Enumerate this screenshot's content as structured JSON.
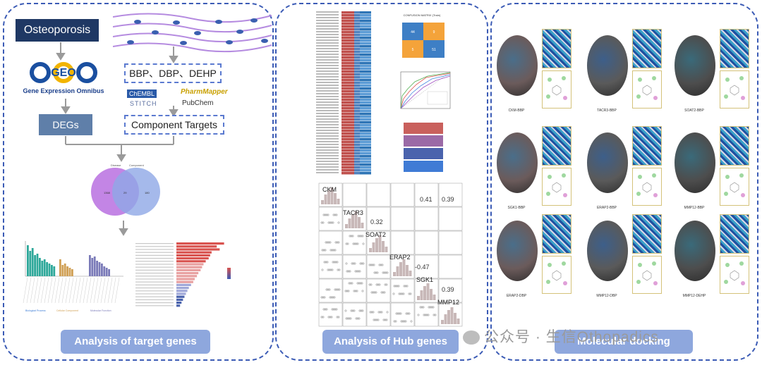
{
  "panel1": {
    "title_box": "Osteoporosis",
    "geo_label": "Gene Expression Omnibus",
    "compounds_box": "BBP、DBP、DEHP",
    "db_chembl": "ChEMBL",
    "db_stitch": "STITCH",
    "db_pharmmapper": "PharmMapper",
    "db_pubchem": "PubChem",
    "degs_box": "DEGs",
    "targets_box": "Component Targets",
    "venn_left": "Disease",
    "venn_right": "Component",
    "venn_left_count": "1368",
    "venn_overlap_count": "29",
    "venn_right_count": "180",
    "bar_panel_labels": [
      "Biological Process",
      "Cellular Component",
      "Molecular Function"
    ],
    "caption": "Analysis of target genes"
  },
  "panel2": {
    "confusion_title": "CONFUSION MATRIX (Train)",
    "confusion_values": [
      "44",
      "9",
      "5",
      "51"
    ],
    "pairs_genes": [
      "CKM",
      "TACR3",
      "SOAT2",
      "ERAP2",
      "SGK1",
      "MMP12"
    ],
    "correlation_large": {
      "CKM_ERAP2": "0.41",
      "CKM_MMP12": "0.39",
      "TACR3_SOAT2": "0.32",
      "ERAP2_SGK1": "-0.47",
      "SGK1_MMP12": "0.39"
    },
    "caption": "Analysis of Hub genes"
  },
  "panel3": {
    "complexes": [
      "CKM-BBP",
      "TACR3-BBP",
      "SOAT2-BBP",
      "SGK1-BBP",
      "ERAP2-BBP",
      "MMP12-BBP",
      "ERAP2-DBP",
      "MMP12-DBP",
      "MMP12-DEHP"
    ],
    "caption": "Molecular docking"
  },
  "watermark": "公众号 · 生信Othopadics",
  "colors": {
    "border": "#3b5bb5",
    "label_bg": "#8ea7dd",
    "title_bg": "#1f3864",
    "degs_bg": "#5f7fa9"
  }
}
